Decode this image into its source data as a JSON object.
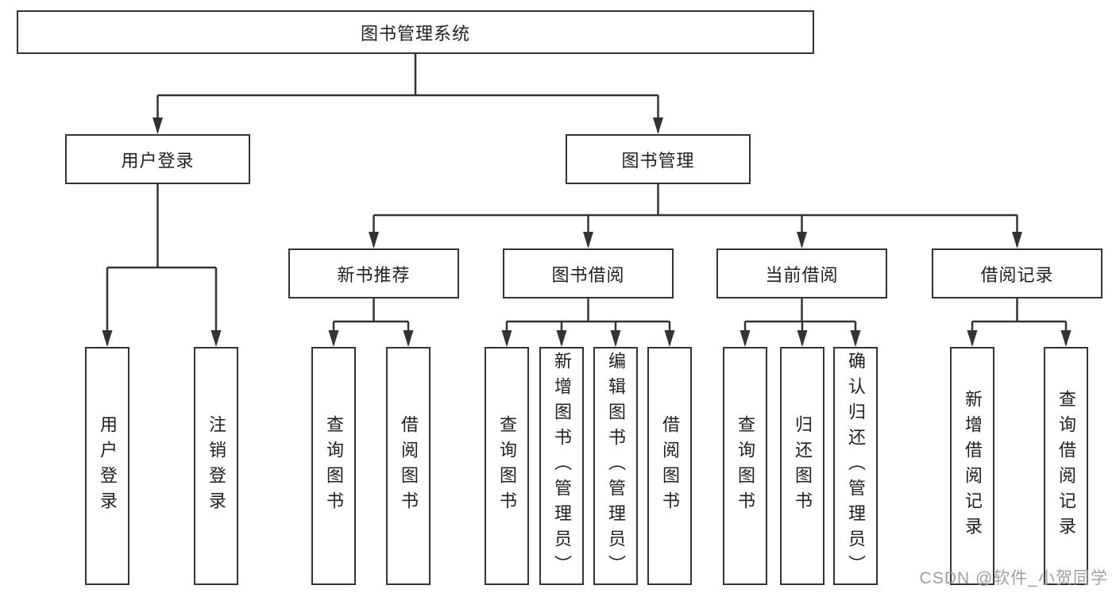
{
  "tree": {
    "label": "图书管理系统",
    "children": [
      {
        "label": "用户登录",
        "children": [
          {
            "label": "用户登录"
          },
          {
            "label": "注销登录"
          }
        ]
      },
      {
        "label": "图书管理",
        "children": [
          {
            "label": "新书推荐",
            "children": [
              {
                "label": "查询图书"
              },
              {
                "label": "借阅图书"
              }
            ]
          },
          {
            "label": "图书借阅",
            "children": [
              {
                "label": "查询图书"
              },
              {
                "label": "新增图书（管理员）"
              },
              {
                "label": "编辑图书（管理员）"
              },
              {
                "label": "借阅图书"
              }
            ]
          },
          {
            "label": "当前借阅",
            "children": [
              {
                "label": "查询图书"
              },
              {
                "label": "归还图书"
              },
              {
                "label": "确认归还（管理员）"
              }
            ]
          },
          {
            "label": "借阅记录",
            "children": [
              {
                "label": "新增借阅记录"
              },
              {
                "label": "查询借阅记录"
              }
            ]
          }
        ]
      }
    ]
  },
  "watermark": "CSDN @软件_小贺同学",
  "colors": {
    "line": "#333333",
    "box_background": "#ffffff",
    "text": "#1f1f1f",
    "watermark": "#9e9e9e"
  }
}
